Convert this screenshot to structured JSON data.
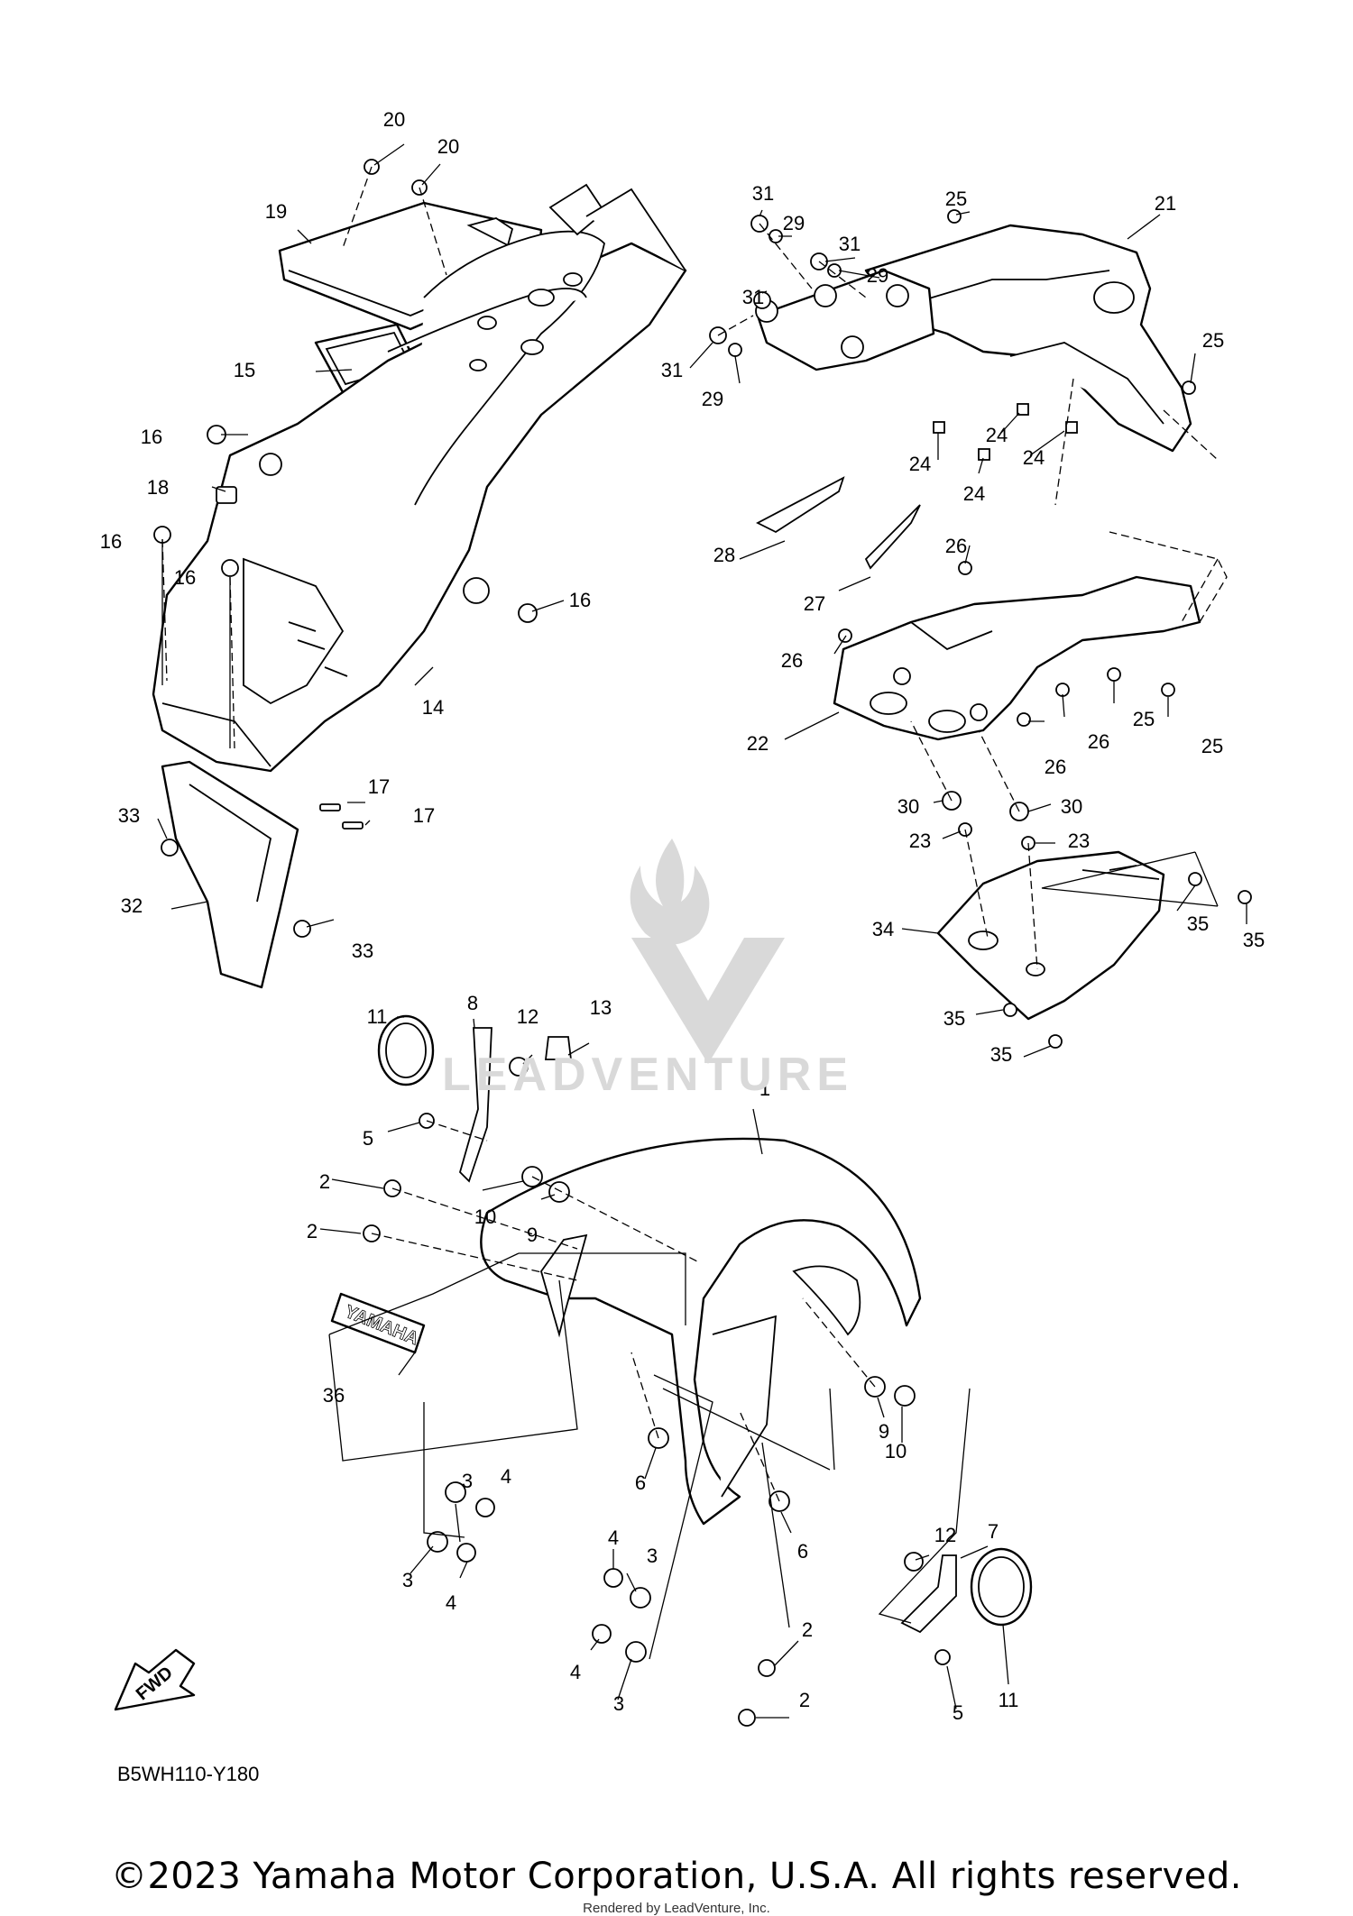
{
  "diagram_code": "B5WH110-Y180",
  "copyright": "©2023 Yamaha Motor Corporation, U.S.A. All rights reserved.",
  "rendered_by": "Rendered by LeadVenture, Inc.",
  "watermark": "LEADVENTURE",
  "fwd_label": "FWD",
  "decal_text": "YAMAHA",
  "callouts": [
    "20",
    "20",
    "19",
    "15",
    "16",
    "18",
    "16",
    "16",
    "16",
    "14",
    "17",
    "17",
    "33",
    "32",
    "33",
    "31",
    "29",
    "31",
    "29",
    "31",
    "31",
    "29",
    "25",
    "21",
    "25",
    "24",
    "24",
    "24",
    "24",
    "28",
    "26",
    "27",
    "26",
    "22",
    "26",
    "25",
    "25",
    "26",
    "30",
    "30",
    "23",
    "23",
    "34",
    "35",
    "35",
    "35",
    "35",
    "11",
    "8",
    "12",
    "13",
    "5",
    "1",
    "2",
    "10",
    "9",
    "2",
    "36",
    "3",
    "4",
    "3",
    "4",
    "6",
    "9",
    "10",
    "4",
    "3",
    "6",
    "12",
    "7",
    "4",
    "3",
    "2",
    "2",
    "5",
    "11"
  ]
}
